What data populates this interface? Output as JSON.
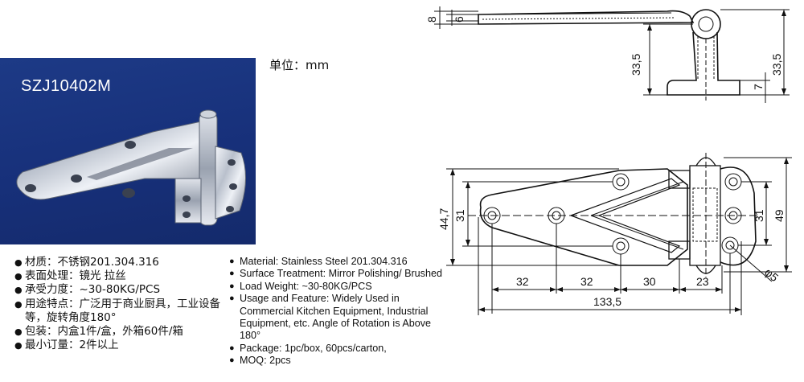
{
  "product": {
    "model": "SZJ10402M",
    "unit_label": "单位：mm"
  },
  "spec_cn": [
    "材质：不锈钢201.304.316",
    "表面处理：镜光 拉丝",
    "承受力度：~30-80KG/PCS",
    "用途特点：广泛用于商业厨具，工业设备等，旋转角度180°",
    "包装：内盒1件/盒，外箱60件/箱",
    "最小订量：2件以上"
  ],
  "spec_en": [
    "Material: Stainless Steel 201.304.316",
    "Surface Treatment: Mirror Polishing/ Brushed",
    "Load Weight: ~30-80KG/PCS",
    "Usage and Feature: Widely Used in Commercial Kitchen Equipment, Industrial Equipment, etc. Angle of Rotation is Above 180°",
    "Package: 1pc/box, 60pcs/carton,",
    "MOQ: 2pcs"
  ],
  "side_view_dims": {
    "thickness_outer": "8",
    "thickness_inner": "6",
    "height_left": "33,5",
    "height_right": "33,5",
    "foot": "7"
  },
  "top_view_dims": {
    "height_outer": "44,7",
    "height_inner_left": "31",
    "height_inner_right": "31",
    "height_total": "49",
    "seg1": "32",
    "seg2": "32",
    "seg3": "30",
    "seg4": "23",
    "length_total": "133,5",
    "hole_dia": "φ5"
  }
}
